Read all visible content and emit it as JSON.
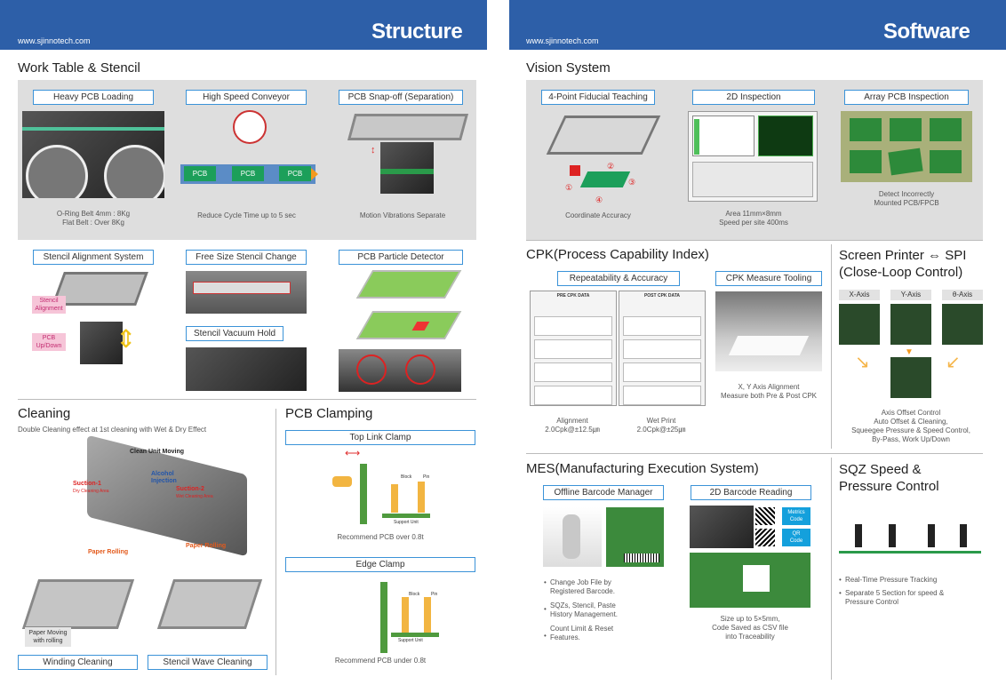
{
  "left": {
    "url": "www.sjinnotech.com",
    "title": "Structure"
  },
  "right": {
    "url": "www.sjinnotech.com",
    "title": "Software"
  },
  "work_table": {
    "heading": "Work Table & Stencil",
    "heavy": {
      "label": "Heavy PCB Loading",
      "caption": "O-Ring Belt 4mm : 8Kg\nFlat Belt : Over 8Kg"
    },
    "conveyor": {
      "label": "High Speed Conveyor",
      "caption": "Reduce Cycle Time up to 5 sec",
      "pcb": [
        "PCB",
        "PCB",
        "PCB"
      ]
    },
    "snap": {
      "label": "PCB Snap-off (Separation)",
      "caption": "Motion Vibrations Separate"
    },
    "stencil_align": {
      "label": "Stencil Alignment System",
      "tag1": "Stencil\nAlignment",
      "tag2": "PCB\nUp/Down"
    },
    "free_size": {
      "label": "Free Size Stencil Change"
    },
    "vacuum": {
      "label": "Stencil Vacuum Hold"
    },
    "particle": {
      "label": "PCB Particle Detector"
    }
  },
  "cleaning": {
    "heading": "Cleaning",
    "desc": "Double Cleaning effect at 1st cleaning with Wet & Dry Effect",
    "annot": {
      "clean_unit": "Clean Unit Moving",
      "alcohol": "Alcohol\nInjection",
      "suction1": "Suction-1",
      "suction1_sub": "Dry Cleaning Area",
      "suction2": "Suction-2",
      "suction2_sub": "Wet Cleaning Area",
      "paper1": "Paper Rolling",
      "paper2": "Paper Rolling"
    },
    "paper_moving": "Paper Moving\nwith rolling",
    "winding": "Winding Cleaning",
    "wave": "Stencil Wave Cleaning"
  },
  "clamping": {
    "heading": "PCB Clamping",
    "top": {
      "label": "Top Link Clamp",
      "caption": "Recommend PCB over 0.8t",
      "block": "Block",
      "pin": "Pin",
      "support": "Support Unit"
    },
    "edge": {
      "label": "Edge Clamp",
      "caption": "Recommend PCB under 0.8t",
      "block": "Block",
      "pin": "Pin",
      "support": "Support Unit"
    }
  },
  "vision": {
    "heading": "Vision System",
    "fiducial": {
      "label": "4-Point Fiducial Teaching",
      "caption": "Coordinate Accuracy",
      "marks": [
        "①",
        "②",
        "③",
        "④"
      ]
    },
    "inspection": {
      "label": "2D Inspection",
      "caption": "Area 11mm×8mm\nSpeed per site 400ms"
    },
    "array": {
      "label": "Array PCB Inspection",
      "caption": "Detect Incorrectly\nMounted PCB/FPCB"
    }
  },
  "cpk": {
    "heading": "CPK(Process Capability Index)",
    "repeat": {
      "label": "Repeatability & Accuracy",
      "pre": "PRE CPK DATA",
      "post": "POST CPK DATA",
      "alignment": "Alignment\n2.0Cpk@±12.5㎛",
      "wet": "Wet Print\n2.0Cpk@±25㎛"
    },
    "tooling": {
      "label": "CPK Measure Tooling",
      "caption": "X, Y Axis Alignment\nMeasure both Pre & Post CPK"
    }
  },
  "spi": {
    "heading": "Screen Printer ⇔ SPI\n(Close-Loop Control)",
    "axes": [
      "X-Axis",
      "Y-Axis",
      "θ-Axis"
    ],
    "caption": "Axis Offset Control\nAuto Offset & Cleaning,\nSqueegee Pressure & Speed Control,\nBy-Pass, Work Up/Down"
  },
  "mes": {
    "heading": "MES(Manufacturing Execution System)",
    "offline": {
      "label": "Offline Barcode Manager",
      "bullets": [
        "Change Job File by\nRegistered Barcode.",
        "SQZs, Stencil, Paste\nHistory Management.",
        "Count Limit & Reset\nFeatures."
      ]
    },
    "barcode2d": {
      "label": "2D Barcode Reading",
      "metrics": "Metrics\nCode",
      "qr": "QR\nCode",
      "caption": "Size up to 5×5mm,\nCode Saved as CSV file\ninto Traceability"
    }
  },
  "sqz": {
    "heading": "SQZ Speed &\nPressure Control",
    "bullets": [
      "Real-Time Pressure Tracking",
      "Separate 5 Section for speed &\nPressure Control"
    ]
  },
  "colors": {
    "header": "#2d5fa8",
    "label_border": "#3b93d8",
    "pcb": "#1c9f5a",
    "arrow": "#f39a1e",
    "accent_red": "#e03030"
  }
}
